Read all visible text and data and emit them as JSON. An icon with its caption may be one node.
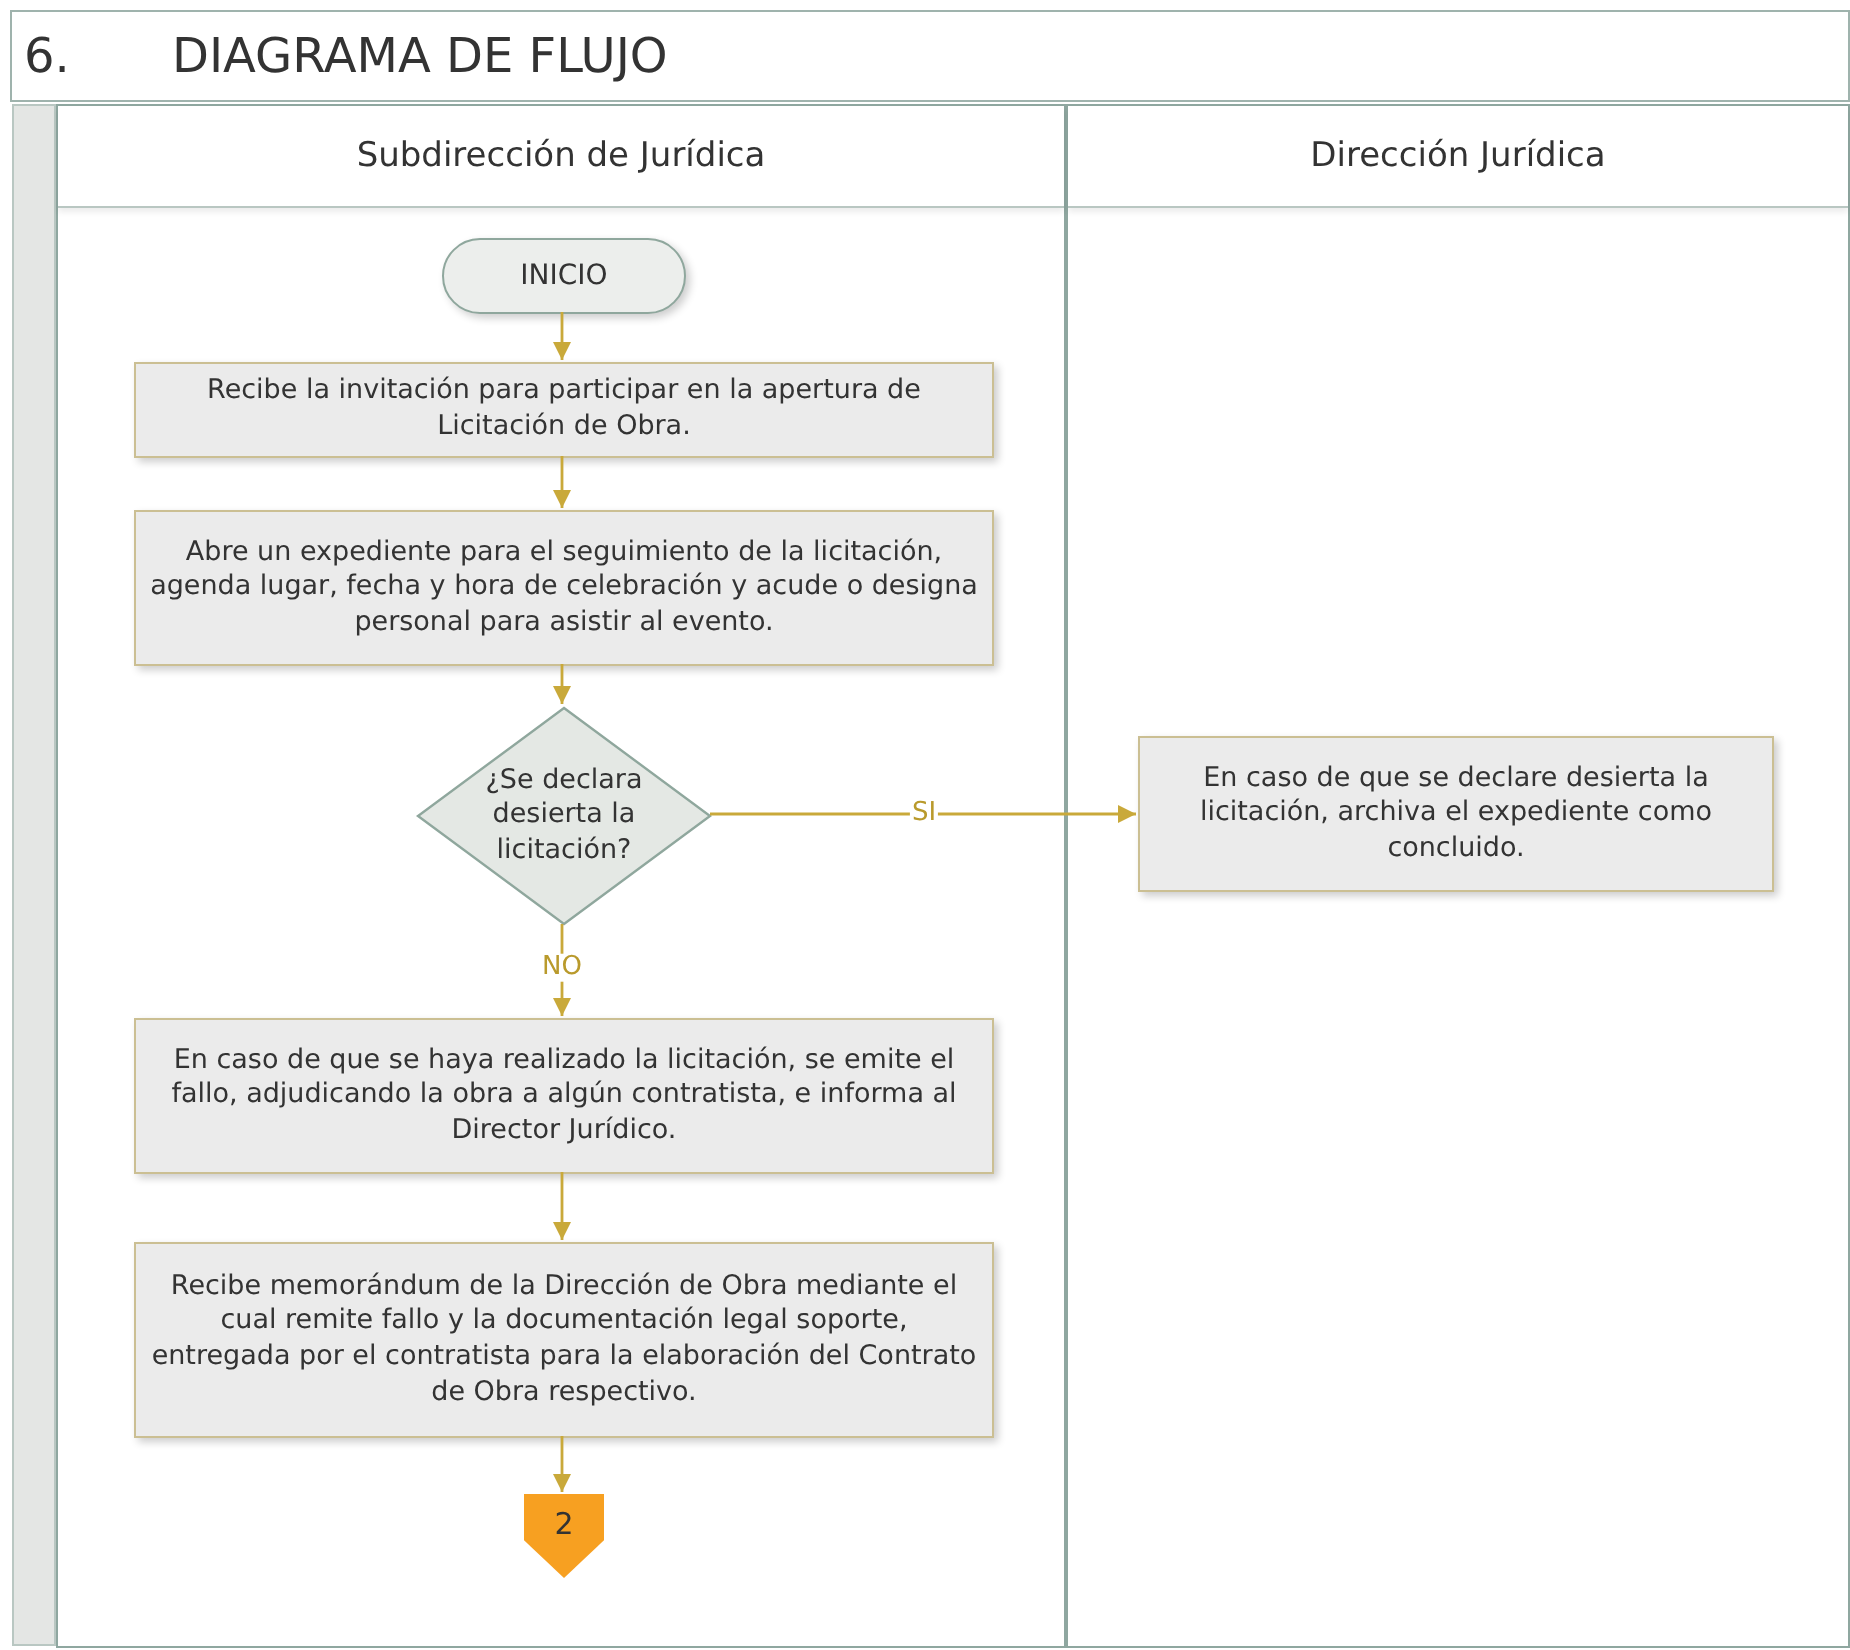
{
  "diagram": {
    "title": "DIAGRAMA DE FLUJO",
    "nodes": [
      {
        "text": [
          "Subdirección de Jurídica"
        ]
      },
      {
        "text": [
          "Dirección Jurídica"
        ]
      },
      {
        "text": [
          "INICIO"
        ],
        "in": 0
      },
      {
        "text": [
          "Recibe la invitación para participar en la apertura de Licitación de Obra."
        ],
        "in": 0
      },
      {
        "text": [
          "Abre un expediente para el seguimiento de la licitación, agenda lugar, fecha y hora de celebración y acude o designa personal para asistir al evento."
        ],
        "in": 0
      },
      {
        "text": [
          "¿Se declara desierta la licitación?"
        ],
        "in": 0
      },
      {
        "text": [
          "En caso de que se declare desierta la licitación, archiva el expediente como concluido."
        ],
        "in": 1
      },
      {
        "text": [
          "En caso de que se haya realizado la licitación, se emite el fallo, adjudicando la obra a algún contratista, e informa al Director Jurídico."
        ],
        "in": 0
      },
      {
        "text": [
          "Recibe memorándum de la Dirección de Obra mediante el cual remite fallo y la documentación legal soporte, entregada por el contratista para la elaboración del Contrato de Obra respectivo."
        ],
        "in": 0
      },
      {
        "text": [
          "2"
        ],
        "in": 0
      }
    ],
    "edges": [
      {
        "from": 2,
        "to": 3,
        "arrow": "to"
      },
      {
        "from": 3,
        "to": 4,
        "arrow": "to"
      },
      {
        "from": 4,
        "to": 5,
        "arrow": "to"
      },
      {
        "from": 5,
        "to": 6,
        "arrow": "to",
        "label": "SI"
      },
      {
        "from": 5,
        "to": 7,
        "arrow": "to",
        "label": "NO"
      },
      {
        "from": 7,
        "to": 8,
        "arrow": "to"
      },
      {
        "from": 8,
        "to": 9,
        "arrow": "to"
      }
    ],
    "labels": [
      "6."
    ]
  }
}
